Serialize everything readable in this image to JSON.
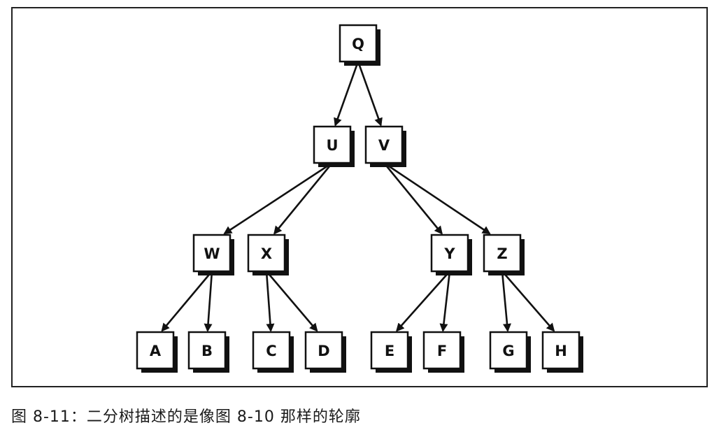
{
  "diagram": {
    "nodes": [
      {
        "id": "Q",
        "label": "Q"
      },
      {
        "id": "U",
        "label": "U"
      },
      {
        "id": "V",
        "label": "V"
      },
      {
        "id": "W",
        "label": "W"
      },
      {
        "id": "X",
        "label": "X"
      },
      {
        "id": "Y",
        "label": "Y"
      },
      {
        "id": "Z",
        "label": "Z"
      },
      {
        "id": "A",
        "label": "A"
      },
      {
        "id": "B",
        "label": "B"
      },
      {
        "id": "C",
        "label": "C"
      },
      {
        "id": "D",
        "label": "D"
      },
      {
        "id": "E",
        "label": "E"
      },
      {
        "id": "F",
        "label": "F"
      },
      {
        "id": "G",
        "label": "G"
      },
      {
        "id": "H",
        "label": "H"
      }
    ],
    "edges": [
      {
        "from": "Q",
        "to": "U"
      },
      {
        "from": "Q",
        "to": "V"
      },
      {
        "from": "U",
        "to": "W"
      },
      {
        "from": "U",
        "to": "X"
      },
      {
        "from": "V",
        "to": "Y"
      },
      {
        "from": "V",
        "to": "Z"
      },
      {
        "from": "W",
        "to": "A"
      },
      {
        "from": "W",
        "to": "B"
      },
      {
        "from": "X",
        "to": "C"
      },
      {
        "from": "X",
        "to": "D"
      },
      {
        "from": "Y",
        "to": "E"
      },
      {
        "from": "Y",
        "to": "F"
      },
      {
        "from": "Z",
        "to": "G"
      },
      {
        "from": "Z",
        "to": "H"
      }
    ],
    "colors": {
      "stroke": "#111111",
      "fill": "#ffffff"
    }
  },
  "caption": "图 8-11：二分树描述的是像图 8-10 那样的轮廓"
}
